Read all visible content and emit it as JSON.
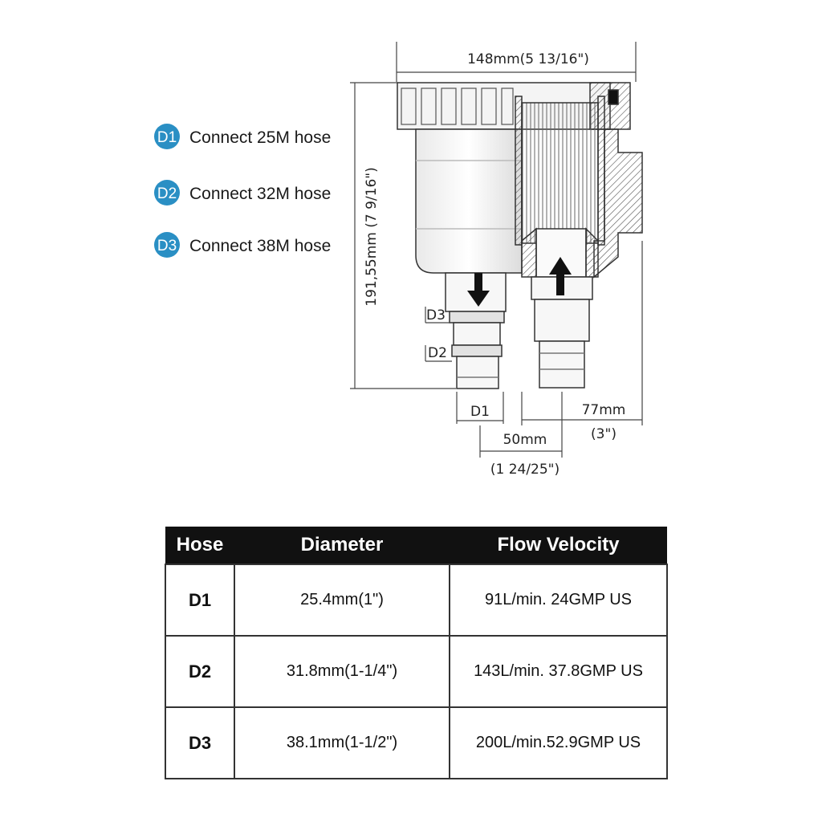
{
  "dimensions": {
    "width_total": "148mm(5 13/16\")",
    "height_total": "191,55mm (7 9/16\")",
    "outlet_offset": "50mm",
    "outlet_offset_in": "(1 24/25\")",
    "inlet_offset": "77mm",
    "inlet_offset_in": "(3\")",
    "label_d1": "D1",
    "label_d2": "D2",
    "label_d3": "D3"
  },
  "legend": [
    {
      "badge": "D1",
      "text": "Connect 25M hose"
    },
    {
      "badge": "D2",
      "text": "Connect 32M hose"
    },
    {
      "badge": "D3",
      "text": "Connect 38M hose"
    }
  ],
  "colors": {
    "badge": "#2a8fc4",
    "header": "#111111"
  },
  "table": {
    "headers": [
      "Hose",
      "Diameter",
      "Flow Velocity"
    ],
    "rows": [
      {
        "hose": "D1",
        "diameter": "25.4mm(1\")",
        "flow": "91L/min. 24GMP US"
      },
      {
        "hose": "D2",
        "diameter": "31.8mm(1-1/4\")",
        "flow": "143L/min. 37.8GMP US"
      },
      {
        "hose": "D3",
        "diameter": "38.1mm(1-1/2\")",
        "flow": "200L/min.52.9GMP US"
      }
    ]
  }
}
